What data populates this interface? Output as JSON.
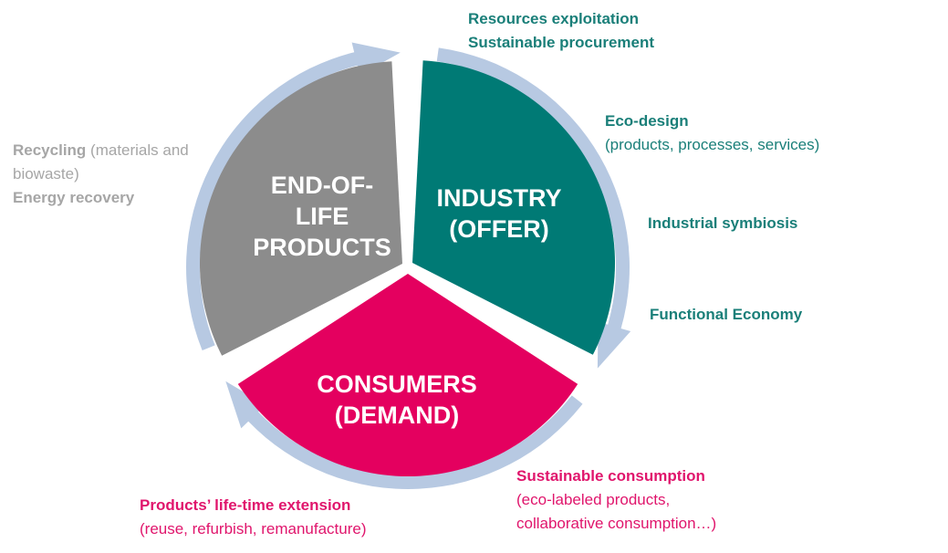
{
  "segments": {
    "industry": {
      "line1": "INDUSTRY",
      "line2": "(OFFER)",
      "color": "#007a75"
    },
    "consumers": {
      "line1": "CONSUMERS",
      "line2": "(DEMAND)",
      "color": "#e4005f"
    },
    "end_of_life": {
      "line1": "END-OF-",
      "line2": "LIFE",
      "line3": "PRODUCTS",
      "color": "#8c8c8c"
    }
  },
  "ring_color": "#b7c9e2",
  "industry_notes": {
    "resources": "Resources exploitation",
    "procurement": "Sustainable procurement",
    "ecodesign_title": "Eco-design",
    "ecodesign_detail": "(products, processes, services)",
    "symbiosis": "Industrial symbiosis",
    "functional": "Functional Economy"
  },
  "end_of_life_notes": {
    "recycling_bold": "Recycling",
    "recycling_rest": " (materials and",
    "recycling_line2": "biowaste)",
    "energy": "Energy recovery"
  },
  "consumer_notes": {
    "consumption_title": "Sustainable consumption",
    "consumption_detail1": "(eco-labeled products,",
    "consumption_detail2": "collaborative consumption…)",
    "extension_title": "Products’ life-time extension",
    "extension_detail": "(reuse, refurbish, remanufacture)"
  }
}
